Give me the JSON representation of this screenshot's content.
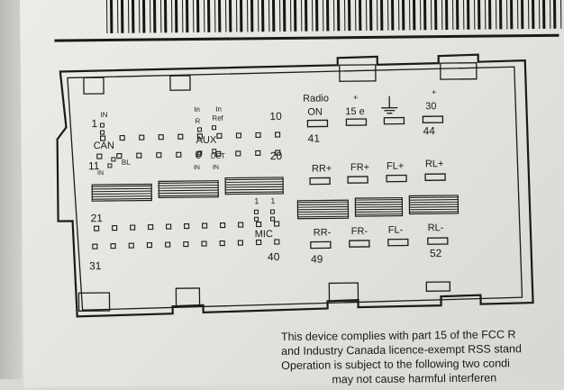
{
  "connector": {
    "pin_numbers": {
      "p1": "1",
      "p10": "10",
      "p11": "11",
      "p20": "20",
      "p21": "21",
      "p31": "31",
      "p40": "40",
      "p41": "41",
      "p44": "44",
      "p49": "49",
      "p52": "52",
      "mic_1a": "1",
      "mic_1b": "1"
    },
    "labels": {
      "can": "CAN",
      "can_in": "IN",
      "can_in_bottom": "IN",
      "can_bl": "BL",
      "aux": "AUX",
      "aux_in_r": "In",
      "aux_r": "R",
      "aux_ref_in": "In",
      "aux_ref": "Ref",
      "aux_l": "L",
      "aux_det": "DET",
      "aux_in_bottom": "IN",
      "aux_in_bottom2": "IN",
      "mic": "MIC"
    },
    "power_terminals": [
      {
        "top": "Radio",
        "label": "ON"
      },
      {
        "top": "+",
        "label": "15 e"
      },
      {
        "top": "",
        "label": "⏚"
      },
      {
        "top": "+",
        "label": "30"
      }
    ],
    "speaker_plus": [
      "RR+",
      "FR+",
      "FL+",
      "RL+"
    ],
    "speaker_minus": [
      "RR-",
      "FR-",
      "FL-",
      "RL-"
    ]
  },
  "footnote": {
    "line1": "This device complies with part 15 of the FCC R",
    "line2": "and Industry Canada licence-exempt RSS stand",
    "line3": "Operation is subject to the following two condi",
    "line4": "may not cause harmful interferen"
  }
}
